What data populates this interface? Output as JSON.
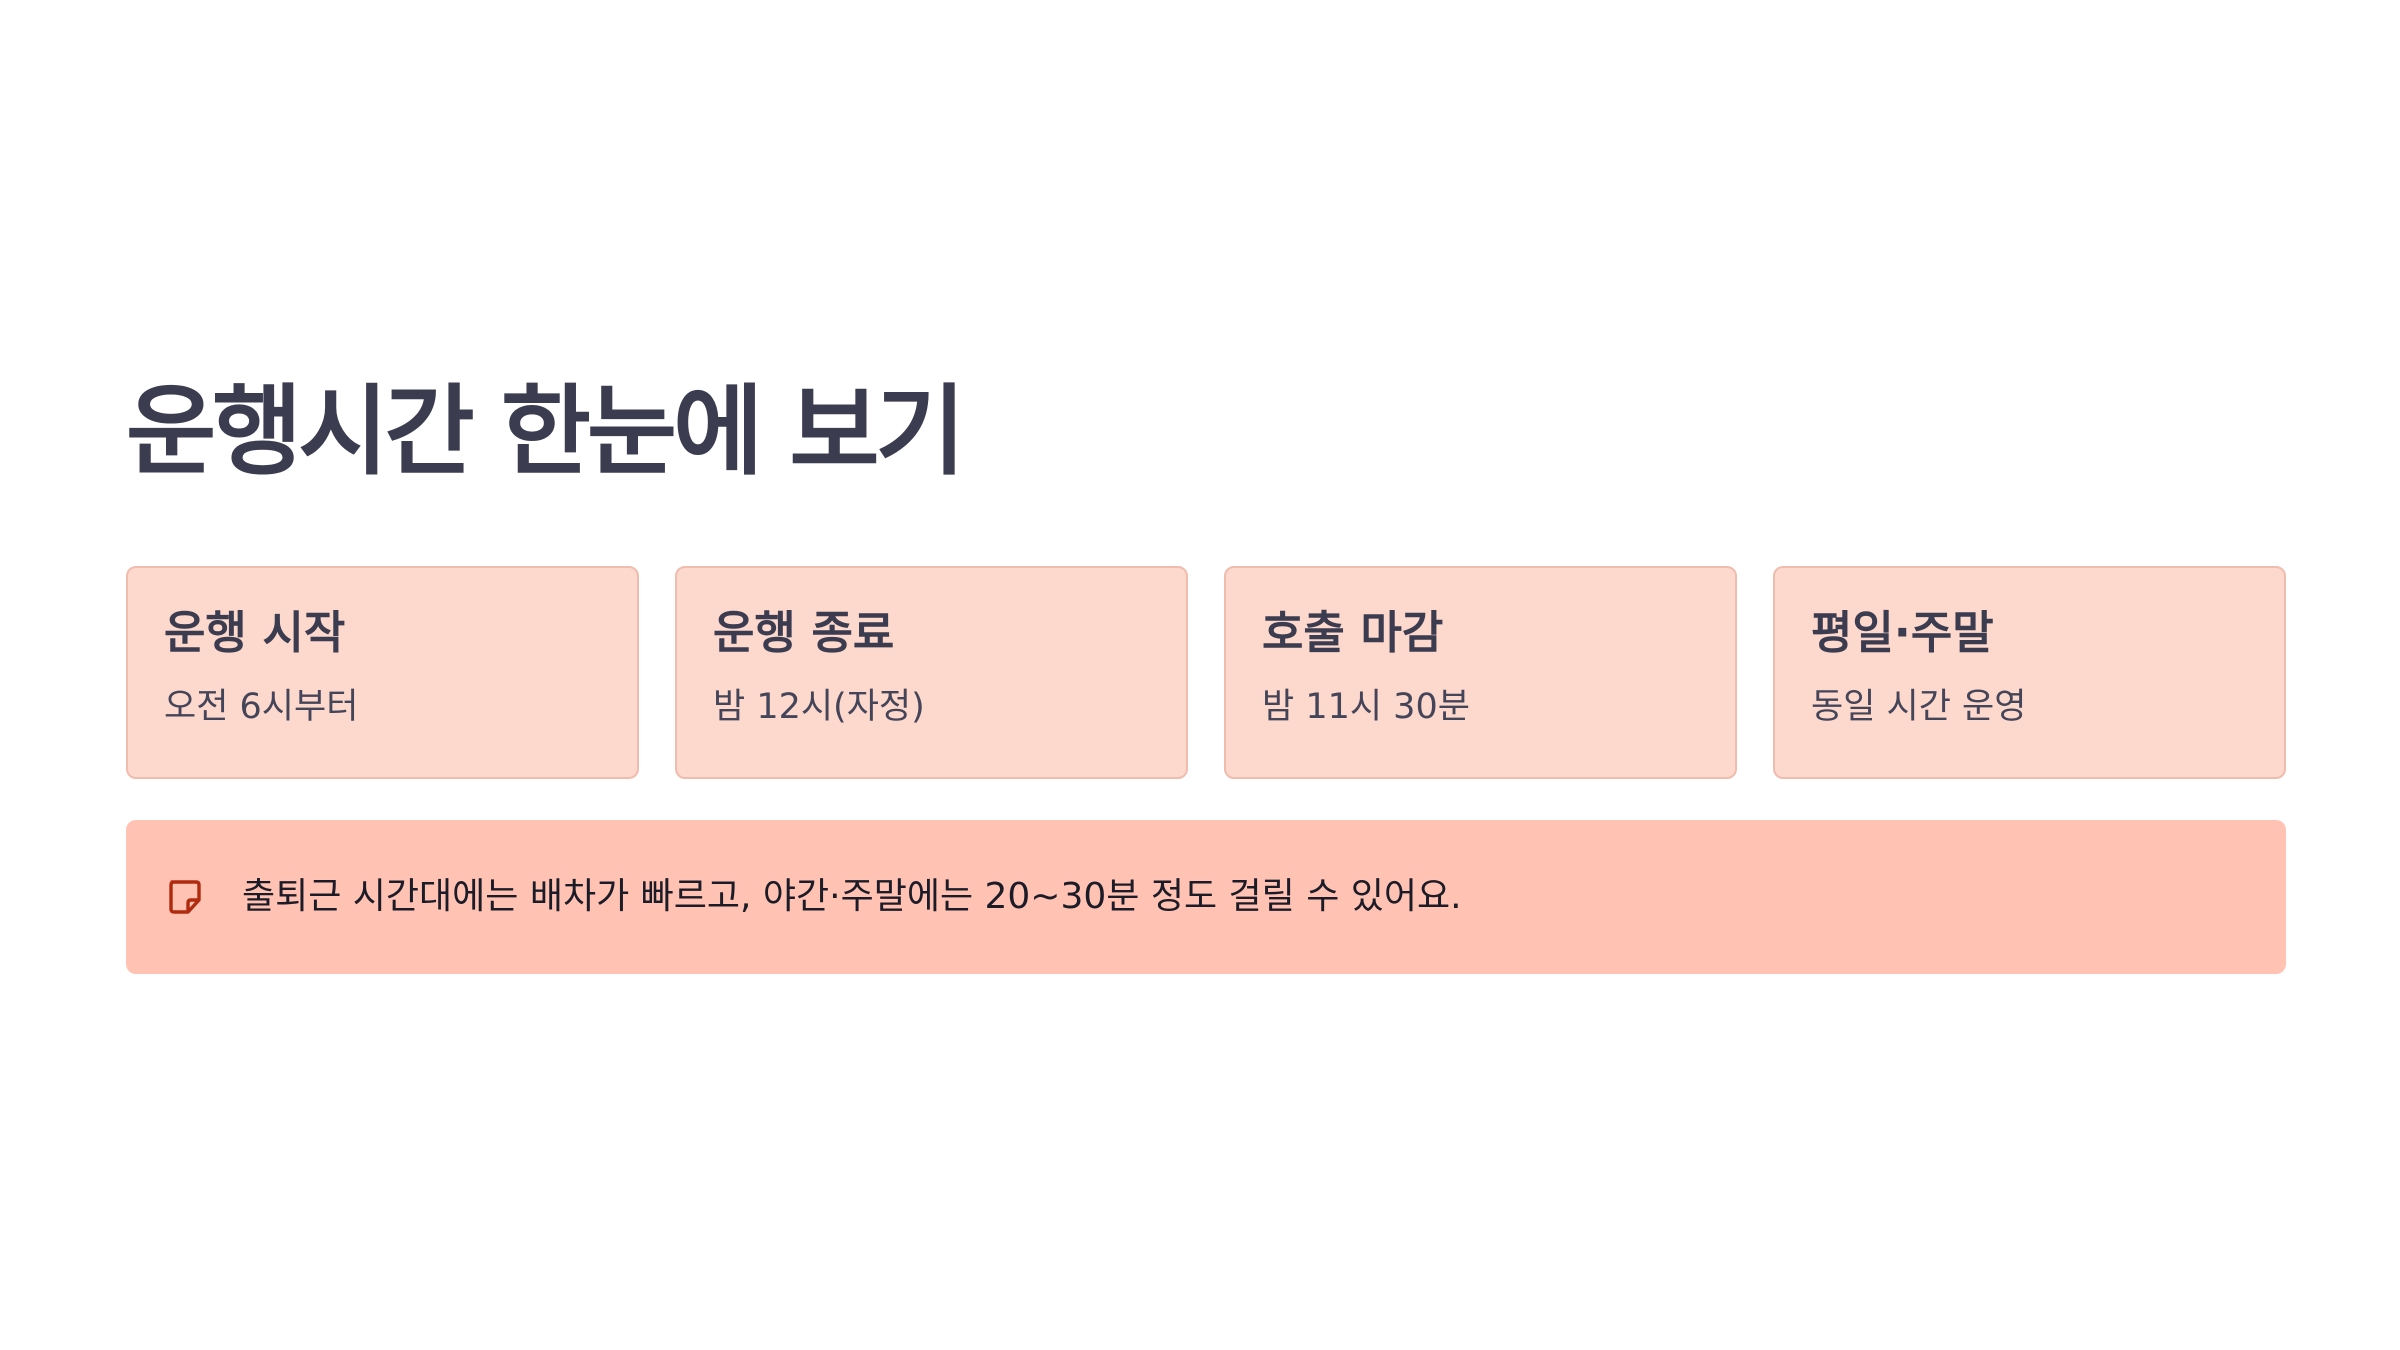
{
  "page": {
    "title": "운행시간 한눈에 보기"
  },
  "cards": [
    {
      "title": "운행 시작",
      "value": "오전 6시부터"
    },
    {
      "title": "운행 종료",
      "value": "밤 12시(자정)"
    },
    {
      "title": "호출 마감",
      "value": "밤 11시 30분"
    },
    {
      "title": "평일·주말",
      "value": "동일 시간 운영"
    }
  ],
  "notice": {
    "icon": "sticky-note-icon",
    "text": "출퇴근 시간대에는 배차가 빠르고, 야간·주말에는 20~30분 정도 걸릴 수 있어요."
  },
  "colors": {
    "title": "#3c3c50",
    "card_background": "#fdd8cc",
    "card_border": "#efbcae",
    "notice_background": "#ffc2b3",
    "icon_accent": "#b02a10"
  }
}
